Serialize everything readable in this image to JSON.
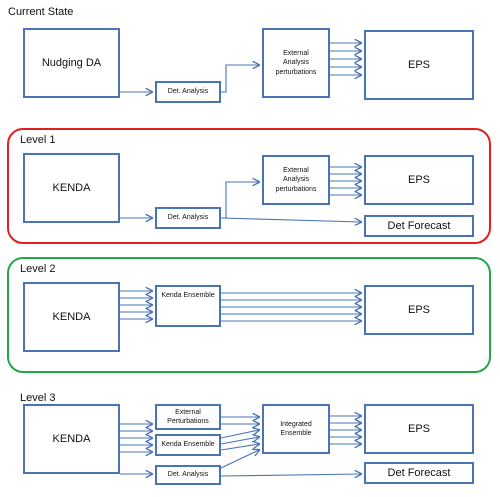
{
  "sections": {
    "current": {
      "heading": "Current State",
      "nudging": "Nudging DA",
      "det_analysis": "Det. Analysis",
      "ext_pert": "External\nAnalysis\nperturbations",
      "eps": "EPS"
    },
    "level1": {
      "heading": "Level 1",
      "kenda": "KENDA",
      "det_analysis": "Det. Analysis",
      "ext_pert": "External\nAnalysis\nperturbations",
      "eps": "EPS",
      "det_forecast": "Det Forecast",
      "frame_color": "#e0201f"
    },
    "level2": {
      "heading": "Level 2",
      "kenda": "KENDA",
      "kenda_ensemble": "Kenda Ensemble",
      "eps": "EPS",
      "frame_color": "#22a84a"
    },
    "level3": {
      "heading": "Level 3",
      "kenda": "KENDA",
      "ext_pert": "External\nPerturbations",
      "kenda_ensemble": "Kenda Ensemble",
      "det_analysis": "Det. Analysis",
      "integrated": "Integrated\nEnsemble",
      "eps": "EPS",
      "det_forecast": "Det Forecast"
    }
  },
  "colors": {
    "box_border": "#4a74b5",
    "arrow": "#4a74b5"
  }
}
